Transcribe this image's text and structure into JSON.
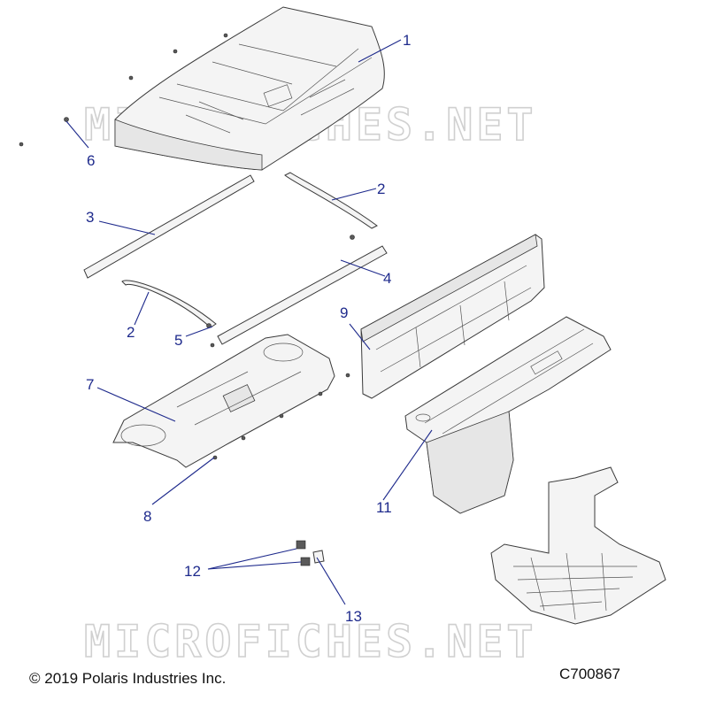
{
  "watermark": "MICROFICHES.NET",
  "footer": {
    "copyright": "© 2019 Polaris Industries Inc.",
    "drawing_number": "C700867"
  },
  "callouts": {
    "c1": "1",
    "c2a": "2",
    "c2b": "2",
    "c3": "3",
    "c4": "4",
    "c5": "5",
    "c6": "6",
    "c7": "7",
    "c8": "8",
    "c9": "9",
    "c11": "11",
    "c12": "12",
    "c13": "13"
  },
  "colors": {
    "callout": "#1e2a8c",
    "line_art": "#3a3a3a",
    "watermark": "#d0d0d0"
  }
}
